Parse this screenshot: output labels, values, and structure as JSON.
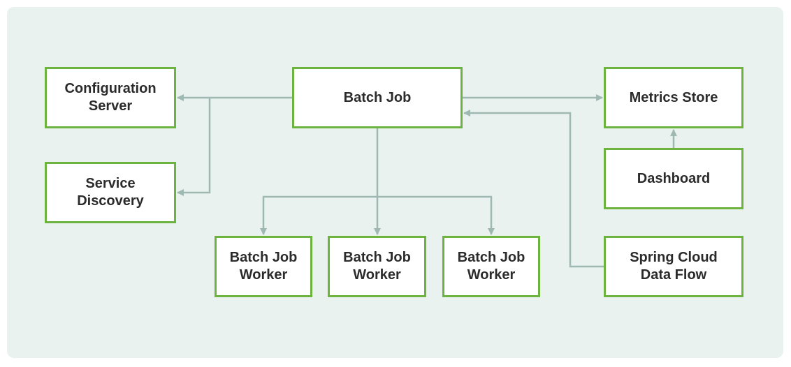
{
  "diagram": {
    "colors": {
      "background": "#e9f2ef",
      "node_border": "#6db33f",
      "node_fill": "#ffffff",
      "connector": "#9fb8b1",
      "text": "#2b2b2b"
    },
    "nodes": {
      "config_server": "Configuration\nServer",
      "service_discovery": "Service\nDiscovery",
      "batch_job": "Batch Job",
      "metrics_store": "Metrics Store",
      "dashboard": "Dashboard",
      "worker_1": "Batch Job\nWorker",
      "worker_2": "Batch Job\nWorker",
      "worker_3": "Batch Job\nWorker",
      "scdf": "Spring Cloud\nData Flow"
    },
    "edges": [
      {
        "from": "batch_job",
        "to": "config_server"
      },
      {
        "from": "batch_job",
        "to": "service_discovery"
      },
      {
        "from": "batch_job",
        "to": "metrics_store"
      },
      {
        "from": "dashboard",
        "to": "metrics_store"
      },
      {
        "from": "scdf",
        "to": "batch_job"
      },
      {
        "from": "batch_job",
        "to": "worker_1"
      },
      {
        "from": "batch_job",
        "to": "worker_2"
      },
      {
        "from": "batch_job",
        "to": "worker_3"
      }
    ]
  }
}
